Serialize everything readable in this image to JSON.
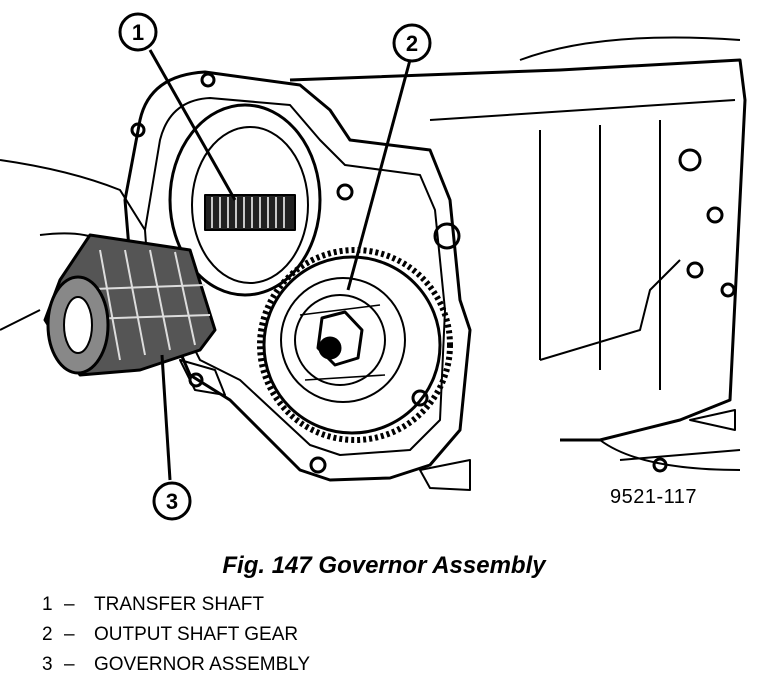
{
  "diagram": {
    "callouts": [
      {
        "number": "1",
        "part": "transfer-shaft"
      },
      {
        "number": "2",
        "part": "output-shaft-gear"
      },
      {
        "number": "3",
        "part": "governor-assembly"
      }
    ],
    "part_number": "9521-117"
  },
  "caption": "Fig. 147 Governor Assembly",
  "legend": [
    {
      "number": "1",
      "dash": "–",
      "label": "TRANSFER SHAFT"
    },
    {
      "number": "2",
      "dash": "–",
      "label": "OUTPUT SHAFT GEAR"
    },
    {
      "number": "3",
      "dash": "–",
      "label": "GOVERNOR ASSEMBLY"
    }
  ]
}
